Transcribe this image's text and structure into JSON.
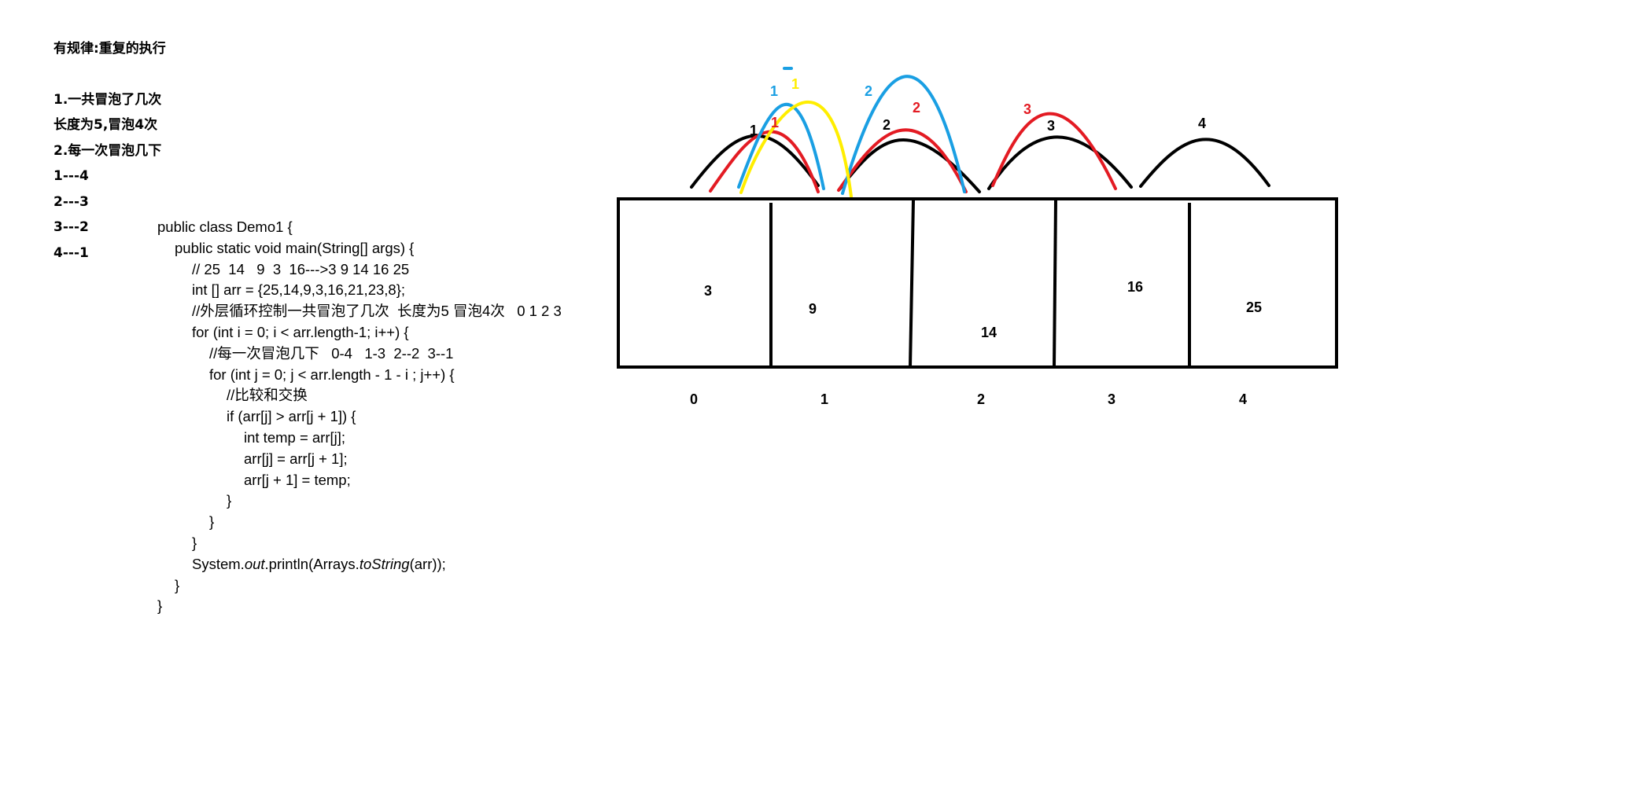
{
  "notes": {
    "title": "有规律:重复的执行",
    "q1": "1.一共冒泡了几次",
    "q1_answer": "长度为5,冒泡4次",
    "q2": "2.每一次冒泡几下",
    "pairs": [
      "1---4",
      "2---3",
      "3---2",
      "4---1"
    ]
  },
  "code": {
    "line1": "public class Demo1 {",
    "line2": "public static void main(String[] args) {",
    "line3": "// 25  14   9  3  16--->3 9 14 16 25",
    "line4": "int [] arr = {25,14,9,3,16,21,23,8};",
    "line5": "//外层循环控制一共冒泡了几次  长度为5 冒泡4次   0 1 2 3",
    "line6": "for (int i = 0; i < arr.length-1; i++) {",
    "line7": "//每一次冒泡几下   0-4   1-3  2--2  3--1",
    "line8": "for (int j = 0; j < arr.length - 1 - i ; j++) {",
    "line9": "//比较和交换",
    "line10": "if (arr[j] > arr[j + 1]) {",
    "line11": "int temp = arr[j];",
    "line12": "arr[j] = arr[j + 1];",
    "line13": "arr[j + 1] = temp;",
    "line14": "}",
    "line15": "}",
    "line16": "}",
    "line17a": "System.",
    "line17b": "out",
    "line17c": ".println(Arrays.",
    "line17d": "toString",
    "line17e": "(arr));",
    "line18": "}",
    "line19": "}"
  },
  "array": {
    "values": [
      "3",
      "9",
      "14",
      "16",
      "25"
    ],
    "indices": [
      "0",
      "1",
      "2",
      "3",
      "4"
    ]
  },
  "arcs": {
    "black_labels": [
      "1",
      "2",
      "3",
      "4"
    ],
    "red_labels": [
      "1",
      "2",
      "3"
    ],
    "blue_labels": [
      "1",
      "2"
    ],
    "yellow_labels": [
      "1"
    ]
  },
  "colors": {
    "black": "#000000",
    "red": "#e31b23",
    "blue": "#1a9fe3",
    "yellow": "#ffee00"
  }
}
